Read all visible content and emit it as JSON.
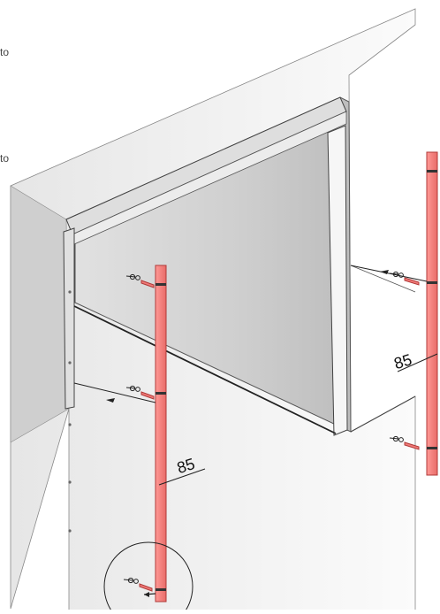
{
  "fragments": {
    "top": "to",
    "middle": "to"
  },
  "dimensions": {
    "left_value": "85",
    "right_value": "85"
  },
  "colors": {
    "wall_light": "#f4f4f4",
    "wall_dark": "#d6d6d6",
    "door_panel": "#c9c9c9",
    "rail_fill": "#f07a78",
    "rail_stroke": "#b03a38",
    "line": "#222222"
  }
}
